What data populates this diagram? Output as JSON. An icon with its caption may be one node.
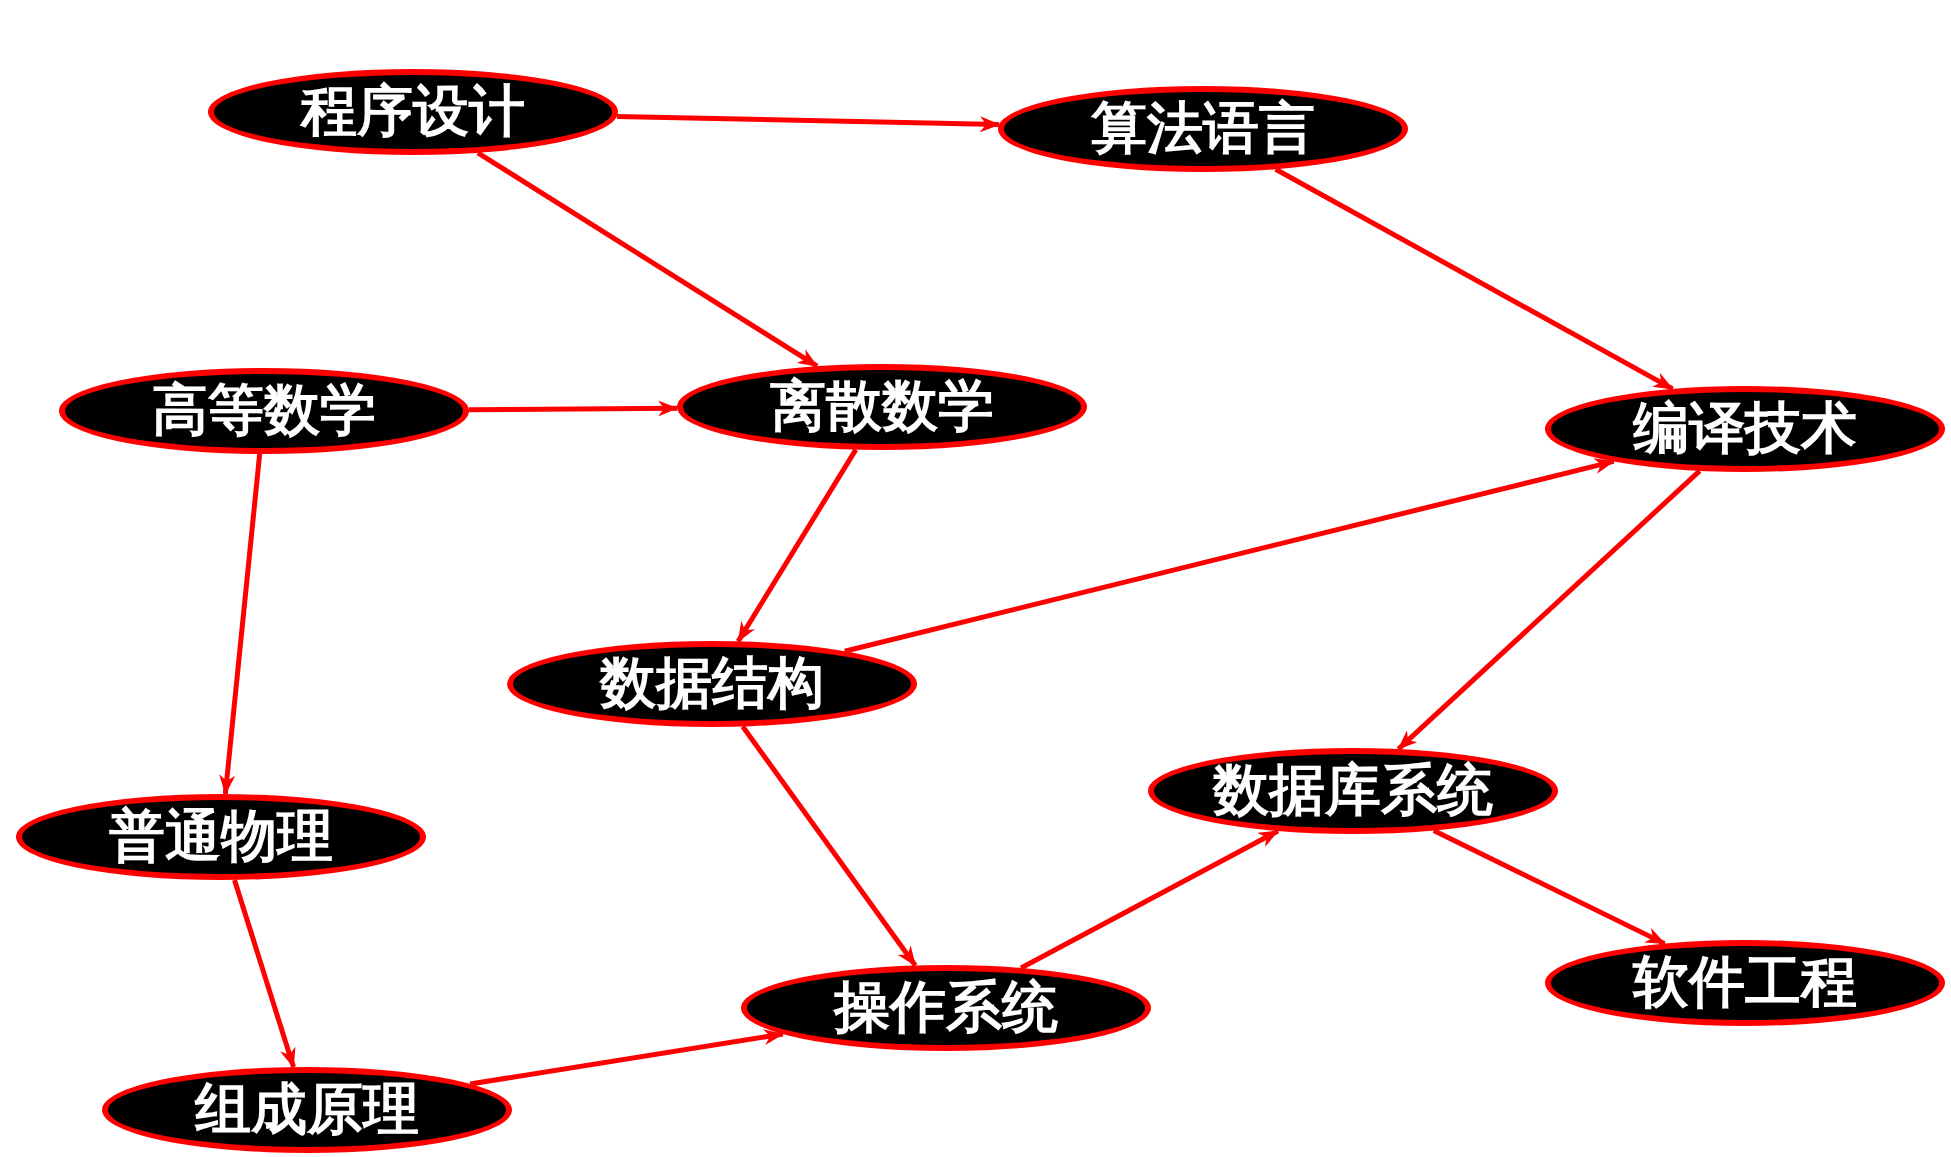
{
  "diagram": {
    "nodes": [
      {
        "text": [
          "程序设计"
        ]
      },
      {
        "text": [
          "算法语言"
        ]
      },
      {
        "text": [
          "高等数学"
        ]
      },
      {
        "text": [
          "离散数学"
        ]
      },
      {
        "text": [
          "编译技术"
        ]
      },
      {
        "text": [
          "数据结构"
        ]
      },
      {
        "text": [
          "普通物理"
        ]
      },
      {
        "text": [
          "数据库系统"
        ]
      },
      {
        "text": [
          "组成原理"
        ]
      },
      {
        "text": [
          "操作系统"
        ]
      },
      {
        "text": [
          "软件工程"
        ]
      }
    ],
    "edges": [
      {
        "from": 0,
        "to": 1,
        "arrow": "to"
      },
      {
        "from": 0,
        "to": 3,
        "arrow": "to"
      },
      {
        "from": 1,
        "to": 4,
        "arrow": "to"
      },
      {
        "from": 2,
        "to": 3,
        "arrow": "to"
      },
      {
        "from": 2,
        "to": 6,
        "arrow": "to"
      },
      {
        "from": 3,
        "to": 5,
        "arrow": "to"
      },
      {
        "from": 5,
        "to": 4,
        "arrow": "to"
      },
      {
        "from": 4,
        "to": 7,
        "arrow": "to"
      },
      {
        "from": 5,
        "to": 9,
        "arrow": "to"
      },
      {
        "from": 6,
        "to": 8,
        "arrow": "to"
      },
      {
        "from": 8,
        "to": 9,
        "arrow": "to"
      },
      {
        "from": 9,
        "to": 7,
        "arrow": "to"
      },
      {
        "from": 7,
        "to": 10,
        "arrow": "to"
      }
    ]
  }
}
